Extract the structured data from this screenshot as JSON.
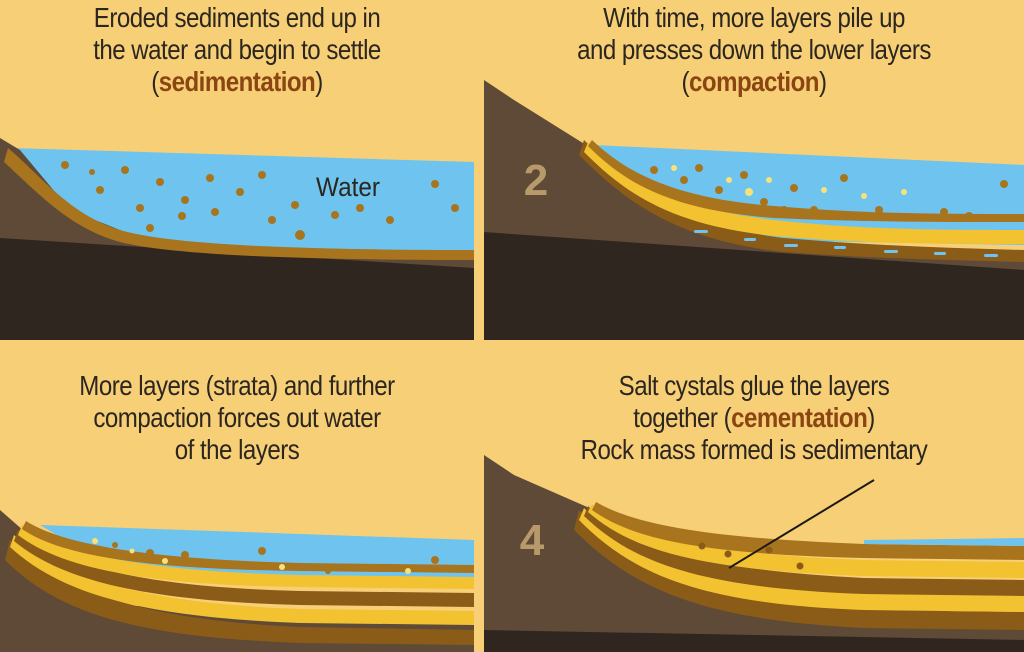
{
  "panel1": {
    "line1": "Eroded sediments end up in",
    "line2": "the water and begin to settle",
    "paren_open": "(",
    "highlight": "sedimentation",
    "paren_close": ")",
    "water_label": "Water"
  },
  "panel2": {
    "line1": "With time, more layers pile up",
    "line2": "and presses down the lower layers",
    "paren_open": "(",
    "highlight": "compaction",
    "paren_close": ")",
    "step_number": "2"
  },
  "panel3": {
    "line1": "More layers (strata) and further",
    "line2": "compaction forces out water",
    "line3": "of the layers"
  },
  "panel4": {
    "line1": "Salt cystals glue the layers",
    "line2_pre": "together (",
    "highlight": "cementation",
    "line2_post": ")",
    "line3": "Rock mass formed is sedimentary",
    "step_number": "4"
  },
  "colors": {
    "background": "#f7cf76",
    "highlight": "#8b4513",
    "water": "#6ec4ee",
    "bedrock": "#2f2620",
    "hillside": "#5e4a37",
    "sediment": "#a8741e",
    "yellow_layer": "#f2c230",
    "brown_layer": "#8a5c18"
  }
}
